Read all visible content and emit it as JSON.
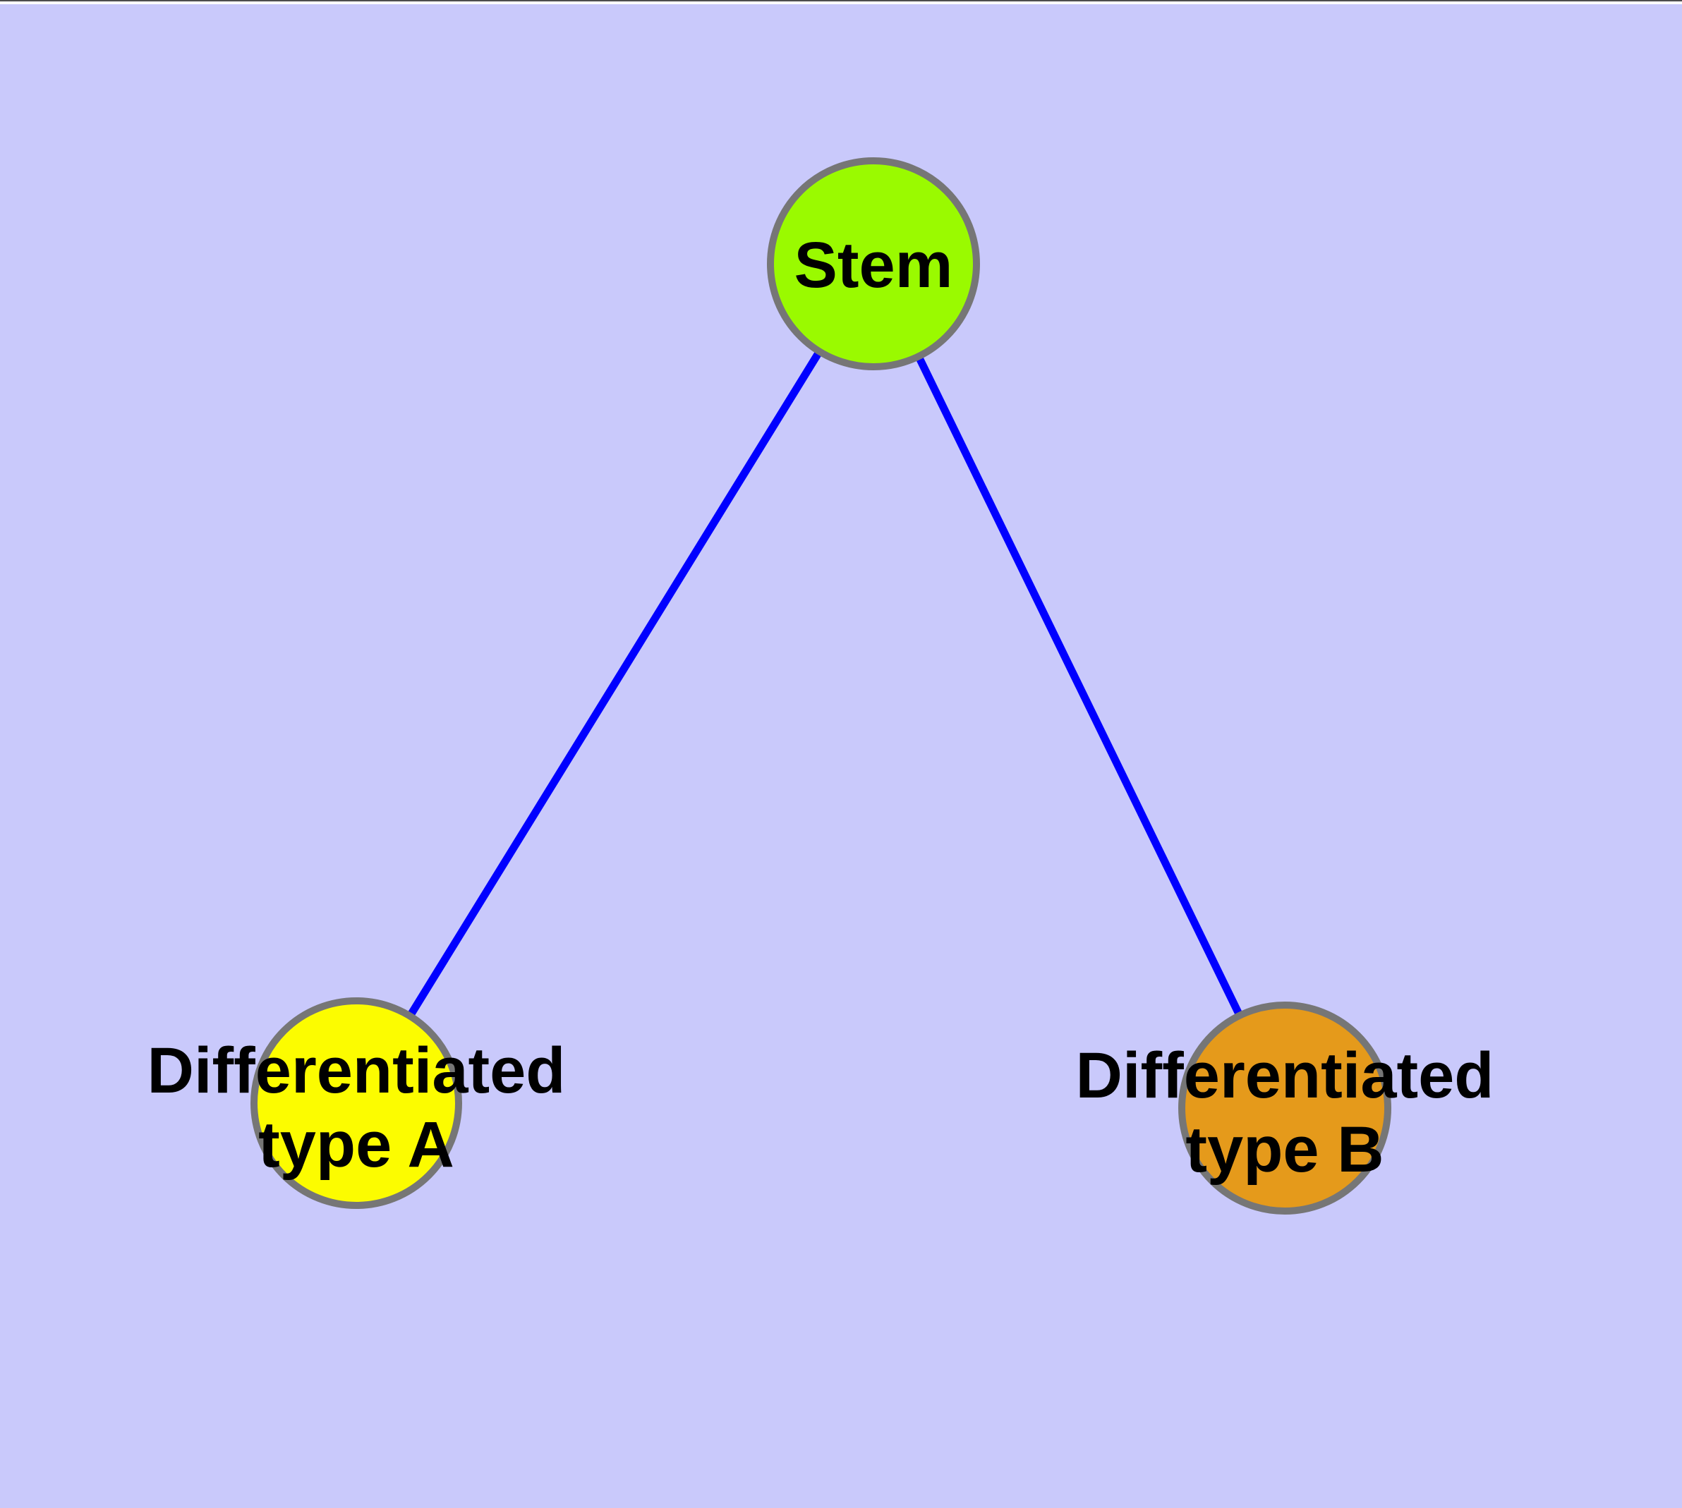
{
  "diagram": {
    "type": "node-link-graph",
    "background_color": "#C9C9FB",
    "edge_color": "#0000FF",
    "node_border_color": "#767676",
    "label_color": "#000000",
    "nodes": {
      "stem": {
        "label": "Stem",
        "fill": "#9AFA00"
      },
      "type_a": {
        "label_line1": "Differentiated",
        "label_line2": "type A",
        "fill": "#FCFC00"
      },
      "type_b": {
        "label_line1": "Differentiated",
        "label_line2": "type B",
        "fill": "#E59A1B"
      }
    },
    "edges": [
      {
        "from": "Stem",
        "to": "Differentiated type A"
      },
      {
        "from": "Stem",
        "to": "Differentiated type B"
      }
    ]
  },
  "window": {
    "top_border_dark": "#4D4D4D",
    "top_border_light": "#FDFDFD"
  }
}
